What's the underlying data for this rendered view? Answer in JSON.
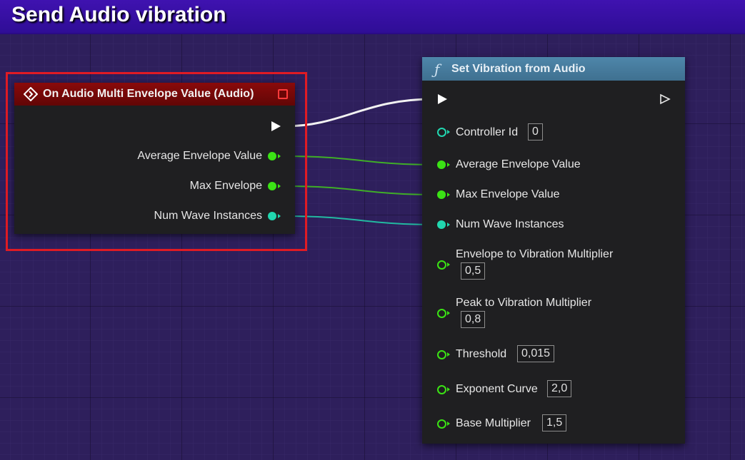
{
  "window": {
    "title": "Send Audio vibration"
  },
  "event_node": {
    "title": "On Audio Multi Envelope Value (Audio)",
    "outputs": [
      "Average Envelope Value",
      "Max Envelope",
      "Num Wave Instances"
    ]
  },
  "function_node": {
    "title": "Set Vibration from Audio",
    "inputs": [
      {
        "label": "Controller Id",
        "value": "0"
      },
      {
        "label": "Average Envelope Value"
      },
      {
        "label": "Max Envelope Value"
      },
      {
        "label": "Num Wave Instances"
      },
      {
        "label": "Envelope to Vibration Multiplier",
        "value": "0,5"
      },
      {
        "label": "Peak to Vibration Multiplier",
        "value": "0,8"
      },
      {
        "label": "Threshold",
        "value": "0,015"
      },
      {
        "label": "Exponent Curve",
        "value": "2,0"
      },
      {
        "label": "Base Multiplier",
        "value": "1,5"
      }
    ]
  },
  "colors": {
    "float_pin": "#3be315",
    "int_pin": "#21d7b0",
    "exec_wire": "#ffffff",
    "event_header": "#8a0a0a",
    "function_header": "#4e86aa",
    "highlight": "#e01b24"
  },
  "icons": {
    "event": "event-diamond-icon",
    "function": "function-f-icon",
    "delegate": "delegate-square-icon"
  }
}
